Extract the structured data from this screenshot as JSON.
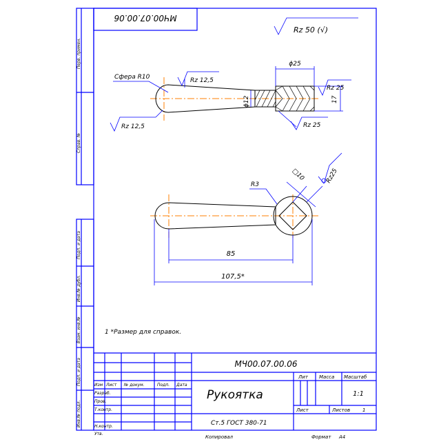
{
  "drawing": {
    "designation": "МЧ00.07.00.06",
    "designation_top": "МЧ00.07.00.06",
    "part_name": "Рукоятка",
    "material": "Ст.5 ГОСТ 380-71",
    "note": "1  *Размер для справок.",
    "roughness_general": "Rz 50 (√)"
  },
  "dimensions": {
    "sphere": "Сфера R10",
    "rz125_a": "Rz 12,5",
    "rz125_b": "Rz 12,5",
    "rz25_a": "Rz 25",
    "rz25_b": "Rz 25",
    "rz25_c": "Rz25",
    "d25": "ϕ25",
    "d12": "ϕ12",
    "h17": "17",
    "r3": "R3",
    "sq10": "□10",
    "l85": "85",
    "l1075": "107,5*"
  },
  "side_columns": {
    "perv": "Перв. примен.",
    "sprav": "Справ. №",
    "podp1": "Подп. и дата",
    "inv_dubl": "Инв.№ дубл.",
    "vzam": "Взам. инв.№",
    "podp2": "Подп. и дата",
    "inv_podl": "Инв.№ подл."
  },
  "title_block": {
    "izm": "Изм",
    "list": "Лист",
    "ndokum": "№ докум.",
    "podp": "Подп.",
    "data": "Дата",
    "razrab": "Разраб.",
    "prov": "Пров.",
    "tkontr": "Т.контр.",
    "nkontr": "Н.контр.",
    "utv": "Утв.",
    "lit": "Лит",
    "massa": "Масса",
    "masshtab": "Масштаб",
    "masshtab_val": "1:1",
    "list2": "Лист",
    "listov": "Листов",
    "listov_val": "1"
  },
  "footer": {
    "kopiroval": "Копировал",
    "format": "Формат",
    "format_val": "A4"
  },
  "colors": {
    "frame": "#0000ff",
    "contour": "#000000",
    "axis": "#ff7f00"
  }
}
